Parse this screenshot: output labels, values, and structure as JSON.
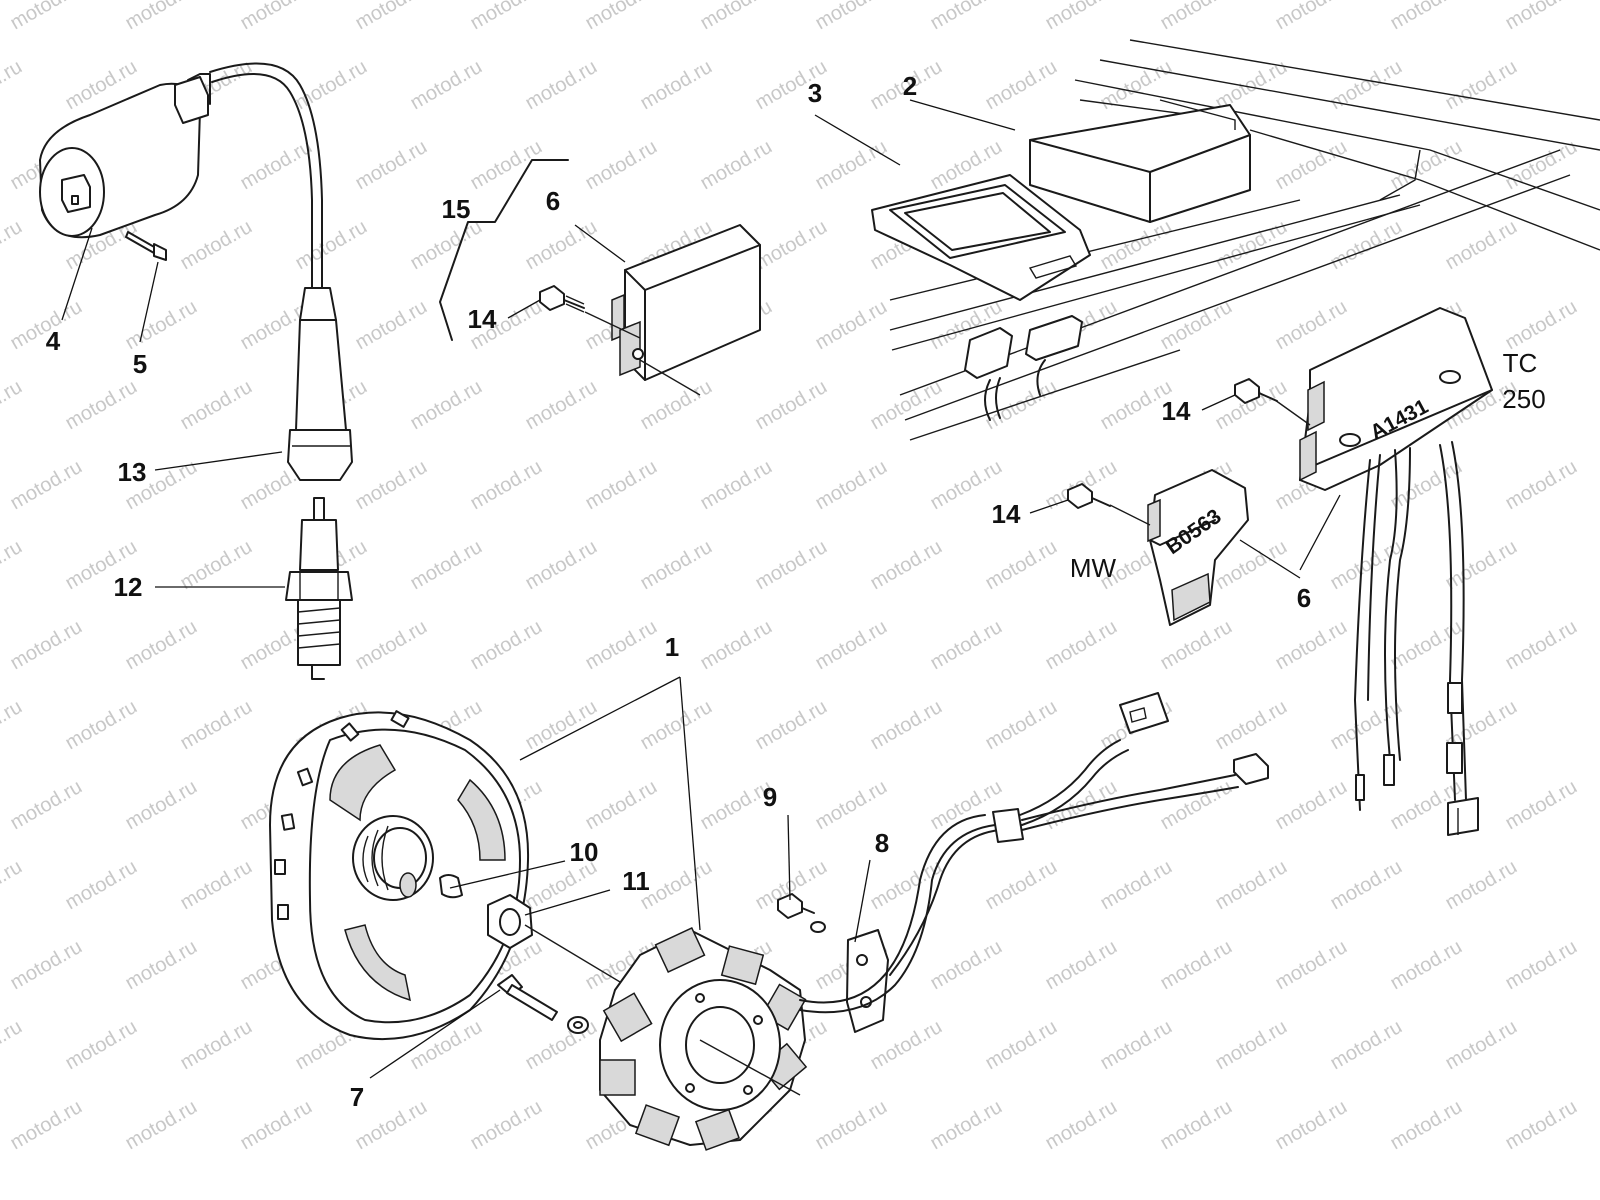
{
  "watermark": {
    "text": "motod.ru"
  },
  "callouts": {
    "c1": "1",
    "c2": "2",
    "c3": "3",
    "c4": "4",
    "c5": "5",
    "c6a": "6",
    "c6b": "6",
    "c7": "7",
    "c8": "8",
    "c9": "9",
    "c10": "10",
    "c11": "11",
    "c12": "12",
    "c13": "13",
    "c14a": "14",
    "c14b": "14",
    "c14c": "14",
    "c15": "15"
  },
  "notes": {
    "tc_line1": "TC",
    "tc_line2": "250",
    "mw": "MW"
  },
  "part_markings": {
    "regulator_large": "A1431",
    "regulator_small": "B0563"
  }
}
